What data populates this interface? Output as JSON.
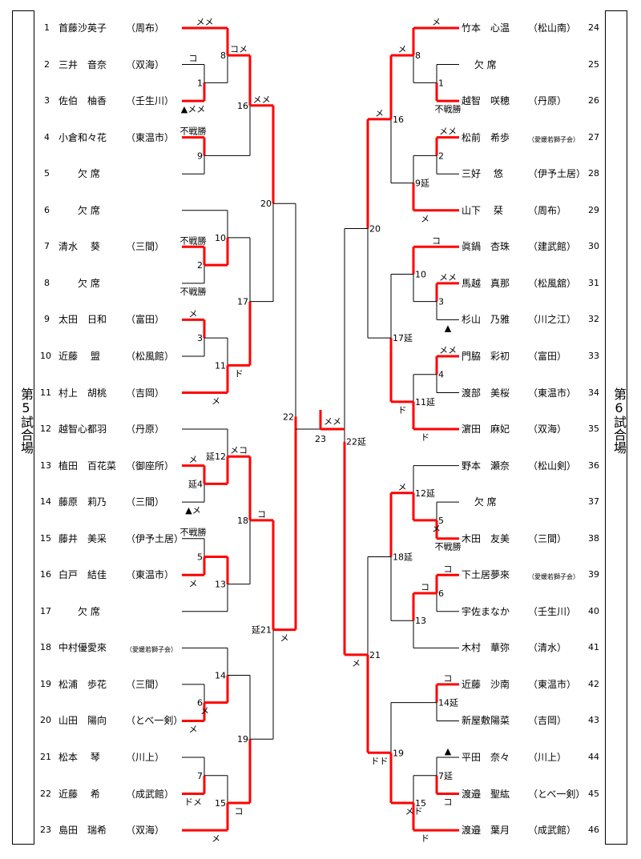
{
  "venues": {
    "left": "第5試合場",
    "right": "第6試合場"
  },
  "left_entrants": [
    {
      "no": "1",
      "name": "首藤沙英子",
      "school": "（周布）"
    },
    {
      "no": "2",
      "name": "三井　音奈",
      "school": "（双海）"
    },
    {
      "no": "3",
      "name": "佐伯　柚香",
      "school": "（壬生川）"
    },
    {
      "no": "4",
      "name": "小倉和々花",
      "school": "（東温市）"
    },
    {
      "no": "5",
      "name": "　　欠 席",
      "school": ""
    },
    {
      "no": "6",
      "name": "　　欠 席",
      "school": ""
    },
    {
      "no": "7",
      "name": "清水　 葵",
      "school": "（三間）"
    },
    {
      "no": "8",
      "name": "　　欠 席",
      "school": ""
    },
    {
      "no": "9",
      "name": "太田　日和",
      "school": "（富田）"
    },
    {
      "no": "10",
      "name": "近藤　 盟",
      "school": "（松風館）"
    },
    {
      "no": "11",
      "name": "村上　胡桃",
      "school": "（吉岡）"
    },
    {
      "no": "12",
      "name": "越智心都羽",
      "school": "（丹原）"
    },
    {
      "no": "13",
      "name": "植田　百花菜",
      "school": "（御座所）"
    },
    {
      "no": "14",
      "name": "藤原　莉乃",
      "school": "（三間）"
    },
    {
      "no": "15",
      "name": "藤井　美采",
      "school": "（伊予土居）"
    },
    {
      "no": "16",
      "name": "白戸　結佳",
      "school": "（東温市）"
    },
    {
      "no": "17",
      "name": "　　欠 席",
      "school": ""
    },
    {
      "no": "18",
      "name": "中村優愛來",
      "school": "（愛媛若獅子会）",
      "small": true
    },
    {
      "no": "19",
      "name": "松浦　歩花",
      "school": "（三間）"
    },
    {
      "no": "20",
      "name": "山田　陽向",
      "school": "（とべ一剣）"
    },
    {
      "no": "21",
      "name": "松本　 琴",
      "school": "（川上）"
    },
    {
      "no": "22",
      "name": "近藤　 希",
      "school": "（成武館）"
    },
    {
      "no": "23",
      "name": "島田　瑞希",
      "school": "（双海）"
    }
  ],
  "right_entrants": [
    {
      "no": "24",
      "name": "竹本　心温",
      "school": "（松山南）"
    },
    {
      "no": "25",
      "name": "　 欠 席",
      "school": ""
    },
    {
      "no": "26",
      "name": "越智　咲穂",
      "school": "（丹原）"
    },
    {
      "no": "27",
      "name": "松前　希歩",
      "school": "（愛媛若獅子会）",
      "small": true
    },
    {
      "no": "28",
      "name": "三好　 悠",
      "school": "（伊予土居）"
    },
    {
      "no": "29",
      "name": "山下　 栞",
      "school": "（周布）"
    },
    {
      "no": "30",
      "name": "眞鍋　杏珠",
      "school": "（建武館）"
    },
    {
      "no": "31",
      "name": "馬越　真那",
      "school": "（松風舘）"
    },
    {
      "no": "32",
      "name": "杉山　乃雅",
      "school": "（川之江）"
    },
    {
      "no": "33",
      "name": "門脇　彩初",
      "school": "（富田）"
    },
    {
      "no": "34",
      "name": "渡部　美桜",
      "school": "（東温市）"
    },
    {
      "no": "35",
      "name": "濵田　麻妃",
      "school": "（双海）"
    },
    {
      "no": "36",
      "name": "野本　瀬奈",
      "school": "（松山剣）"
    },
    {
      "no": "37",
      "name": "　 欠 席",
      "school": ""
    },
    {
      "no": "38",
      "name": "木田　友美",
      "school": "（三間）"
    },
    {
      "no": "39",
      "name": "下土居夢來",
      "school": "（愛媛若獅子会）",
      "small": true
    },
    {
      "no": "40",
      "name": "宇佐まなか",
      "school": "（壬生川）"
    },
    {
      "no": "41",
      "name": "木村　華弥",
      "school": "（清水）"
    },
    {
      "no": "42",
      "name": "近藤　沙南",
      "school": "（東温市）"
    },
    {
      "no": "43",
      "name": "新屋敷陽菜",
      "school": "（吉岡）"
    },
    {
      "no": "44",
      "name": "平田　奈々",
      "school": "（川上）"
    },
    {
      "no": "45",
      "name": "渡邉　聖紘",
      "school": "（とべ一剣）"
    },
    {
      "no": "46",
      "name": "渡邉　葉月",
      "school": "（成武館）"
    }
  ],
  "left_matches": [
    {
      "id": "1",
      "label": "1",
      "a": "2",
      "b": "3",
      "winner": "b",
      "ann_a": "コ",
      "ann_b": "▲メメ"
    },
    {
      "id": "2",
      "label": "2",
      "a": "7",
      "b": "8",
      "winner": "a",
      "ann_a": "不戦勝",
      "ann_b": "不戦勝"
    },
    {
      "id": "3",
      "label": "3",
      "a": "9",
      "b": "10",
      "winner": "a",
      "ann_a": "メ",
      "ann_b": ""
    },
    {
      "id": "4",
      "label": "延4",
      "a": "13",
      "b": "14",
      "winner": "a",
      "ann_a": "メ",
      "ann_b": "▲メ"
    },
    {
      "id": "5",
      "label": "5",
      "a": "15",
      "b": "16",
      "winner": "b",
      "ann_a": "不戦勝",
      "ann_b": "メ"
    },
    {
      "id": "6",
      "label": "6",
      "a": "19",
      "b": "20",
      "winner": "b",
      "ann_a": "",
      "ann_b": "メ"
    },
    {
      "id": "7",
      "label": "7",
      "a": "21",
      "b": "22",
      "winner": "b",
      "ann_a": "",
      "ann_b": "ドメ"
    },
    {
      "id": "8",
      "label": "8",
      "a": "1",
      "b": "m1",
      "winner": "a",
      "ann_a": "メメ",
      "ann_b": ""
    },
    {
      "id": "9",
      "label": "9",
      "a": "4",
      "b": "5",
      "winner": "a",
      "ann_a": "不戦勝",
      "ann_b": ""
    },
    {
      "id": "10",
      "label": "10",
      "a": "6",
      "b": "m2",
      "winner": "b",
      "ann_a": "",
      "ann_b": ""
    },
    {
      "id": "11",
      "label": "11",
      "a": "m3",
      "b": "11",
      "winner": "b",
      "ann_a": "",
      "ann_b": "メ"
    },
    {
      "id": "12",
      "label": "延12",
      "a": "12",
      "b": "m4",
      "winner": "b",
      "ann_a": "",
      "ann_b": ""
    },
    {
      "id": "13",
      "label": "13",
      "a": "m5",
      "b": "17",
      "winner": "a",
      "ann_a": "",
      "ann_b": ""
    },
    {
      "id": "14",
      "label": "14",
      "a": "18",
      "b": "m6",
      "winner": "b",
      "ann_a": "",
      "ann_b": "メ"
    },
    {
      "id": "15",
      "label": "15",
      "a": "m7",
      "b": "23",
      "winner": "b",
      "ann_a": "",
      "ann_b": "メ"
    },
    {
      "id": "16",
      "label": "16",
      "a": "m8",
      "b": "m9",
      "winner": "a",
      "ann_a": "コメ",
      "ann_b": ""
    },
    {
      "id": "17",
      "label": "17",
      "a": "m10",
      "b": "m11",
      "winner": "b",
      "ann_a": "",
      "ann_b": "ド"
    },
    {
      "id": "18",
      "label": "18",
      "a": "m12",
      "b": "m13",
      "winner": "a",
      "ann_a": "メコ",
      "ann_b": ""
    },
    {
      "id": "19",
      "label": "19",
      "a": "m14",
      "b": "m15",
      "winner": "b",
      "ann_a": "",
      "ann_b": "コ"
    },
    {
      "id": "20",
      "label": "20",
      "a": "m16",
      "b": "m17",
      "winner": "a",
      "ann_a": "メメ",
      "ann_b": ""
    },
    {
      "id": "21",
      "label": "延21",
      "a": "m18",
      "b": "m19",
      "winner": "a",
      "ann_a": "コ",
      "ann_b": ""
    },
    {
      "id": "22",
      "label": "22",
      "a": "m20",
      "b": "m21",
      "winner": "b",
      "ann_a": "",
      "ann_b": "メ"
    }
  ],
  "right_matches": [
    {
      "id": "1",
      "label": "1",
      "a": "25",
      "b": "26",
      "winner": "b",
      "ann_a": "",
      "ann_b": "不戦勝"
    },
    {
      "id": "2",
      "label": "2",
      "a": "27",
      "b": "28",
      "winner": "a",
      "ann_a": "メメ",
      "ann_b": ""
    },
    {
      "id": "3",
      "label": "3",
      "a": "31",
      "b": "32",
      "winner": "a",
      "ann_a": "メメ",
      "ann_b": "▲"
    },
    {
      "id": "4",
      "label": "4",
      "a": "33",
      "b": "34",
      "winner": "a",
      "ann_a": "メメ",
      "ann_b": ""
    },
    {
      "id": "5",
      "label": "5",
      "a": "37",
      "b": "38",
      "winner": "b",
      "ann_a": "",
      "ann_b": "不戦勝"
    },
    {
      "id": "6",
      "label": "6",
      "a": "39",
      "b": "40",
      "winner": "a",
      "ann_a": "コ",
      "ann_b": ""
    },
    {
      "id": "7",
      "label": "7延",
      "a": "44",
      "b": "45",
      "winner": "b",
      "ann_a": "▲",
      "ann_b": "コ"
    },
    {
      "id": "8",
      "label": "8",
      "a": "24",
      "b": "m1",
      "winner": "a",
      "ann_a": "メ",
      "ann_b": ""
    },
    {
      "id": "9",
      "label": "9延",
      "a": "m2",
      "b": "29",
      "winner": "b",
      "ann_a": "",
      "ann_b": "メ"
    },
    {
      "id": "10",
      "label": "10",
      "a": "30",
      "b": "m3",
      "winner": "a",
      "ann_a": "コ",
      "ann_b": ""
    },
    {
      "id": "11",
      "label": "11延",
      "a": "m4",
      "b": "35",
      "winner": "b",
      "ann_a": "",
      "ann_b": "ド"
    },
    {
      "id": "12",
      "label": "12延",
      "a": "36",
      "b": "m5",
      "winner": "b",
      "ann_a": "",
      "ann_b": "メ"
    },
    {
      "id": "13",
      "label": "13",
      "a": "m6",
      "b": "41",
      "winner": "a",
      "ann_a": "コ",
      "ann_b": ""
    },
    {
      "id": "14",
      "label": "14延",
      "a": "42",
      "b": "43",
      "winner": "a",
      "ann_a": "コ",
      "ann_b": ""
    },
    {
      "id": "15",
      "label": "15",
      "a": "m7",
      "b": "46",
      "winner": "b",
      "ann_a": "",
      "ann_b": "ド"
    },
    {
      "id": "16",
      "label": "16",
      "a": "m8",
      "b": "m9",
      "winner": "a",
      "ann_a": "メ",
      "ann_b": ""
    },
    {
      "id": "17",
      "label": "17延",
      "a": "m10",
      "b": "m11",
      "winner": "b",
      "ann_a": "",
      "ann_b": "ド"
    },
    {
      "id": "18",
      "label": "18延",
      "a": "m12",
      "b": "m13",
      "winner": "a",
      "ann_a": "メ",
      "ann_b": ""
    },
    {
      "id": "19",
      "label": "19",
      "a": "m14",
      "b": "m15",
      "winner": "b",
      "ann_a": "",
      "ann_b": "メド"
    },
    {
      "id": "20",
      "label": "20",
      "a": "m16",
      "b": "m17",
      "winner": "a",
      "ann_a": "メ",
      "ann_b": ""
    },
    {
      "id": "21",
      "label": "21",
      "a": "m18",
      "b": "m19",
      "winner": "b",
      "ann_a": "",
      "ann_b": "ドド"
    },
    {
      "id": "22",
      "label": "22延",
      "a": "m20",
      "b": "m21",
      "winner": "b",
      "ann_a": "",
      "ann_b": "メ"
    }
  ],
  "final": {
    "label": "23",
    "winner": "right",
    "ann": "メメ"
  },
  "colors": {
    "win": "#ff0000",
    "line": "#000000"
  }
}
